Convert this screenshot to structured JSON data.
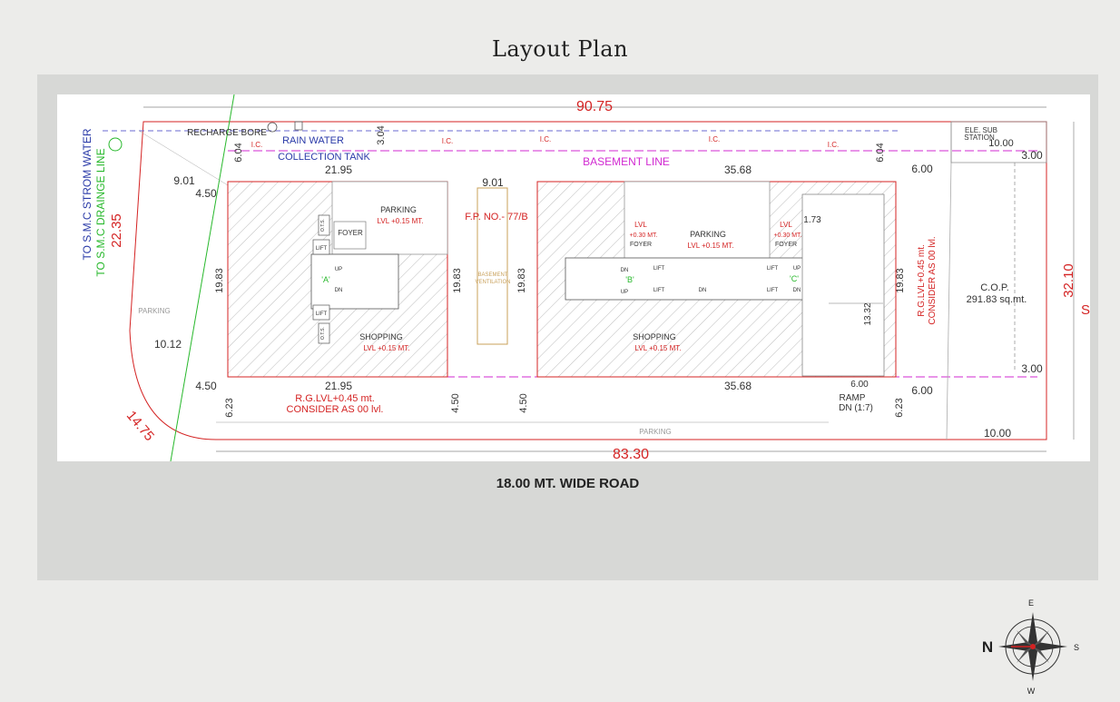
{
  "page": {
    "title": "Layout Plan",
    "road_label": "18.00 MT. WIDE ROAD"
  },
  "plan": {
    "dims": {
      "top_total": "90.75",
      "bottom_total": "83.30",
      "left_side": "22.35",
      "right_side": "32.10",
      "corner": "14.75",
      "left_gap_top": "9.01",
      "left_gap_mid": "10.12",
      "top_setback": "4.50",
      "bottom_setback": "4.50",
      "block_a_width": "21.95",
      "block_b_width": "35.68",
      "block_height": "19.83",
      "middle_gap": "9.01",
      "setback_604": "6.04",
      "setback_304": "3.04",
      "setback_623": "6.23",
      "setback_450": "4.50",
      "right_600": "6.00",
      "right_300": "3.00",
      "right_1000": "10.00",
      "ramp_1332": "13.32",
      "ramp_600": "6.00",
      "lvl_173": "1.73"
    },
    "labels": {
      "drainage": "TO S.M.C DRAINGE LINE",
      "storm": "TO S.M.C STROM WATER",
      "recharge": "RECHARGE BORE",
      "rain1": "RAIN WATER",
      "rain2": "COLLECTION TANK",
      "basement_line": "BASEMENT LINE",
      "fp": "F.P. NO.- 77/B",
      "vent1": "BASEMENT",
      "vent2": "VENTILATION",
      "parking": "PARKING",
      "lvl015": "LVL +0.15 MT.",
      "lvl030": "+0.30 MT.",
      "lvl": "LVL",
      "foyer": "FOYER",
      "shopping": "SHOPPING",
      "lift": "LIFT",
      "ots": "O.T.S.",
      "up": "UP",
      "dn": "DN",
      "block_a": "'A'",
      "block_b": "'B'",
      "block_c": "'C'",
      "rg1": "R.G.LVL+0.45 mt.",
      "rg2": "CONSIDER AS 00 lvl.",
      "rg_right1": "R.G.LVL+0.45 mt.",
      "rg_right2": "CONSIDER AS 00 lvl.",
      "cop": "C.O.P.",
      "cop_area": "291.83 sq.mt.",
      "ele1": "ELE. SUB",
      "ele2": "STATION",
      "ramp": "RAMP",
      "ramp_dn": "DN (1:7)",
      "ic": "I.C.",
      "edge_s": "S"
    }
  },
  "compass": {
    "e": "E",
    "w": "W",
    "n": "N",
    "s": "S"
  },
  "colors": {
    "red": "#d42323",
    "blue": "#2a3aa8",
    "green": "#27b82b",
    "magenta": "#d12ad1",
    "olive": "#c8a05a"
  }
}
